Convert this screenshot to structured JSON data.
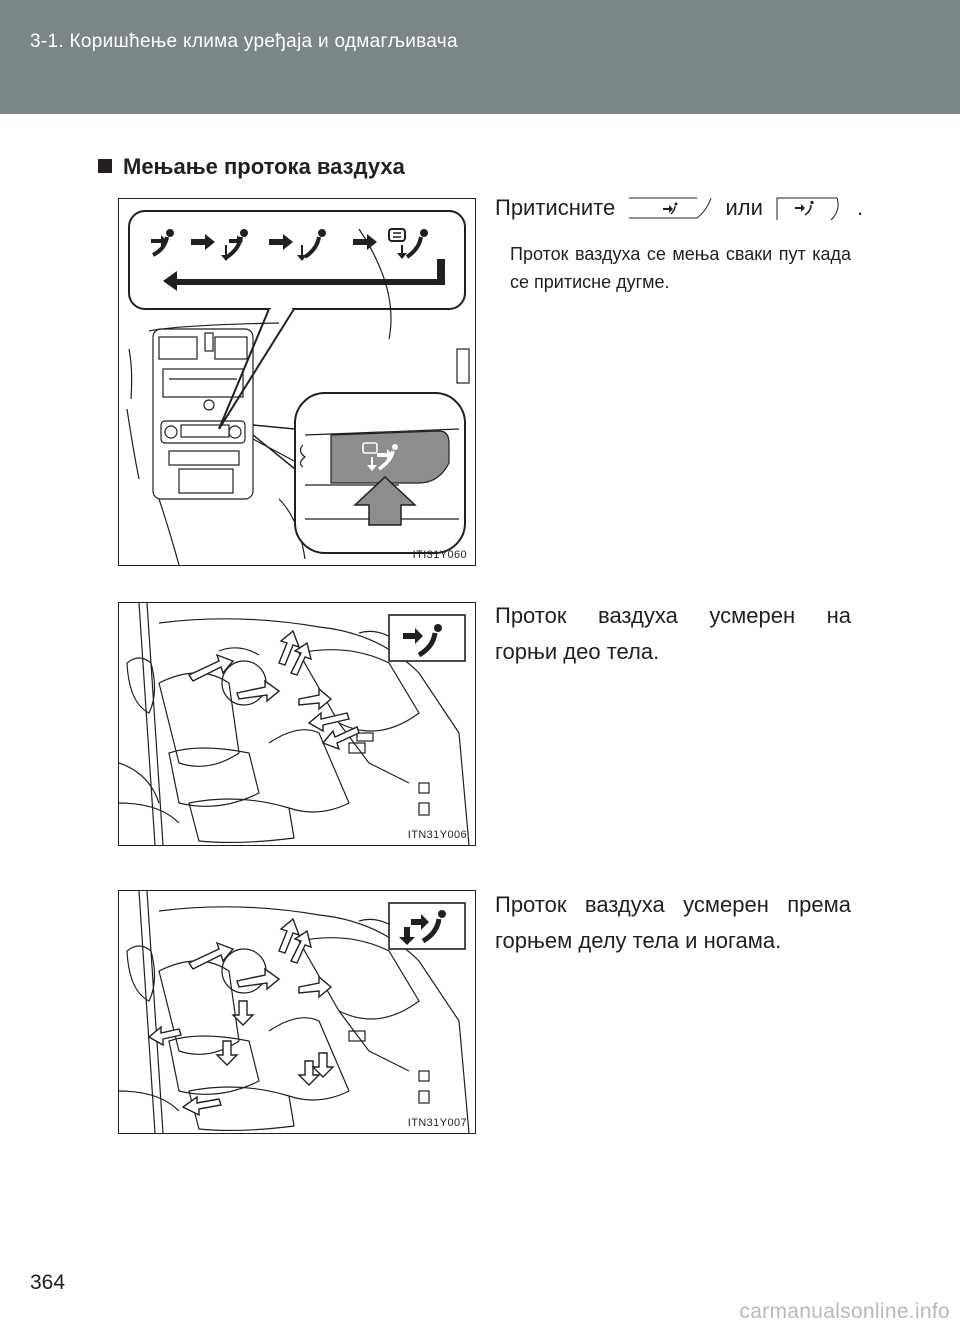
{
  "header": {
    "title": "3-1. Коришћење клима уређаја и одмагљивача"
  },
  "section": {
    "heading": "Мењање протока ваздуха"
  },
  "intro": {
    "press": "Притисните",
    "or": "или",
    "period": ".",
    "note": "Проток ваздуха се мења сваки пут када се притисне дугме."
  },
  "figures": [
    {
      "code": "ITI31Y060"
    },
    {
      "code": "ITN31Y006"
    },
    {
      "code": "ITN31Y007"
    }
  ],
  "modes": [
    {
      "text_line1": "Проток ваздуха усмерен на",
      "text_line2": "горњи део тела."
    },
    {
      "text_line1": "Проток ваздуха усмерен према",
      "text_line2": "горњем делу тела и ногама."
    }
  ],
  "icons": [
    "face-vent-icon",
    "bilevel-vent-icon",
    "feet-vent-icon",
    "defrost-feet-icon",
    "cycle-arrow-icon",
    "push-arrow-icon"
  ],
  "colors": {
    "header_bg": "#7a8688",
    "text": "#231f20",
    "figure_gray": "#8d8d8d"
  },
  "page_number": "364",
  "watermark": "carmanualsonline.info"
}
